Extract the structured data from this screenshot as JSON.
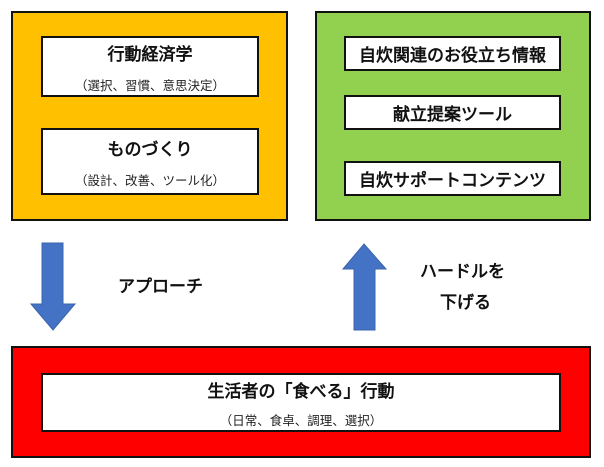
{
  "colors": {
    "orange": "#FFC000",
    "green": "#92D050",
    "red": "#FF0000",
    "arrow": "#4472C4"
  },
  "left_panel": {
    "boxes": [
      {
        "title": "行動経済学",
        "sub": "（選択、習慣、意思決定）"
      },
      {
        "title": "ものづくり",
        "sub": "（設計、改善、ツール化）"
      }
    ]
  },
  "right_panel": {
    "boxes": [
      {
        "title": "自炊関連のお役立ち情報"
      },
      {
        "title": "献立提案ツール"
      },
      {
        "title": "自炊サポートコンテンツ"
      }
    ]
  },
  "arrows": {
    "down_label": "アプローチ",
    "up_label_line1": "ハードルを",
    "up_label_line2": "下げる"
  },
  "bottom_panel": {
    "title": "生活者の「食べる」行動",
    "sub": "（日常、食卓、調理、選択）"
  }
}
